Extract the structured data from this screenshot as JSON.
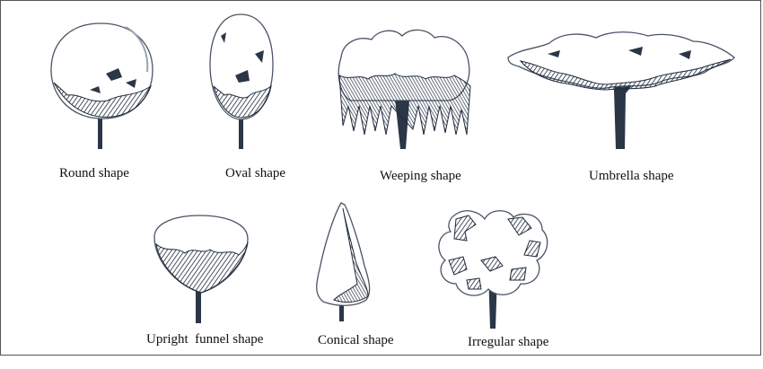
{
  "trees": {
    "round": {
      "label": "Round shape"
    },
    "oval": {
      "label": "Oval shape"
    },
    "weeping": {
      "label": "Weeping shape"
    },
    "umbrella": {
      "label": "Umbrella shape"
    },
    "upright_funnel": {
      "label": "Upright  funnel shape"
    },
    "conical": {
      "label": "Conical shape"
    },
    "irregular": {
      "label": "Irregular shape"
    }
  },
  "colors": {
    "ink": "#1e2a3a",
    "shade": "#3a4658",
    "light": "#8a93a3",
    "border": "#555555"
  }
}
